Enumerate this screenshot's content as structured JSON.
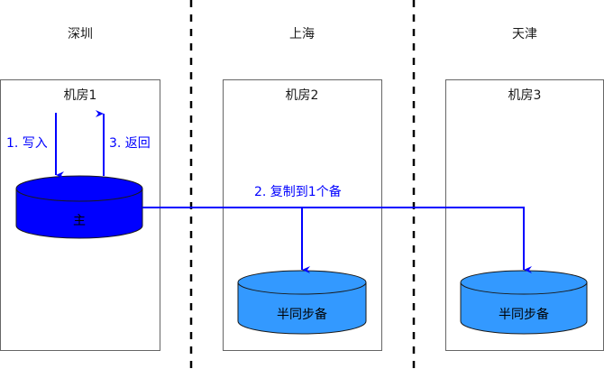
{
  "regions": [
    {
      "name": "深圳"
    },
    {
      "name": "上海"
    },
    {
      "name": "天津"
    }
  ],
  "rooms": [
    {
      "label": "机房1"
    },
    {
      "label": "机房2"
    },
    {
      "label": "机房3"
    }
  ],
  "databases": [
    {
      "label": "主",
      "role": "master",
      "color": "#0000ff"
    },
    {
      "label": "半同步备",
      "role": "semi-sync-replica",
      "color": "#3399ff"
    },
    {
      "label": "半同步备",
      "role": "semi-sync-replica",
      "color": "#3399ff"
    }
  ],
  "flows": {
    "write": "1. 写入",
    "replicate": "2. 复制到1个备",
    "return": "3. 返回"
  },
  "colors": {
    "arrow": "#0000ff",
    "divider": "#000000",
    "box_border": "#666666"
  }
}
